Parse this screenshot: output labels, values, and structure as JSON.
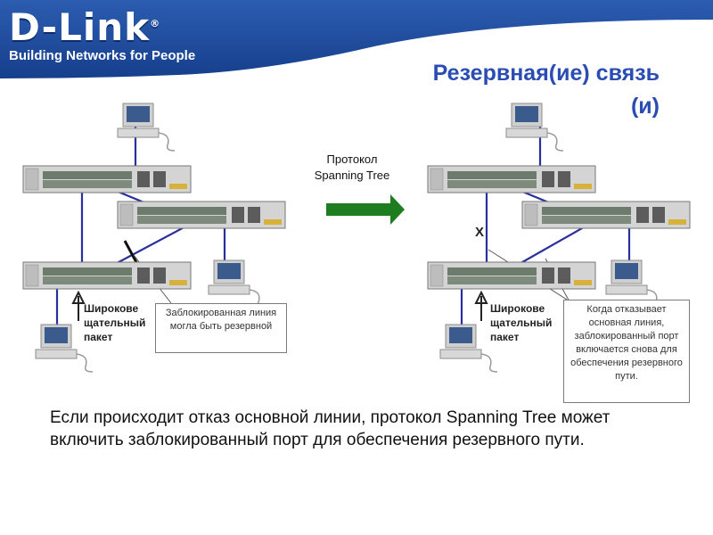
{
  "header": {
    "logo_main": "D-Link",
    "logo_sub": "Building Networks for People",
    "registered": "®"
  },
  "title": {
    "line1": "Резервная(ие) связь",
    "line2": "(и)"
  },
  "diagram": {
    "protocol_label_line1": "Протокол",
    "protocol_label_line2": "Spanning Tree",
    "broadcast_left": [
      "Широкове",
      "щательный",
      "пакет"
    ],
    "broadcast_right": [
      "Широкове",
      "щательный",
      "пакет"
    ],
    "blocked_note": "Заблокированная линия могла быть резервной",
    "failover_note": "Когда отказывает основная линия, заблокированный порт включается снова для обеспечения резервного пути.",
    "failure_mark": "X"
  },
  "body_text": "Если происходит отказ основной линии, протокол Spanning Tree может включить заблокированный порт для обеспечения резервного пути.",
  "colors": {
    "banner": "#1f4fa0",
    "title": "#2a4db4",
    "link": "#2b2f9e",
    "arrow": "#1e7d1e"
  }
}
